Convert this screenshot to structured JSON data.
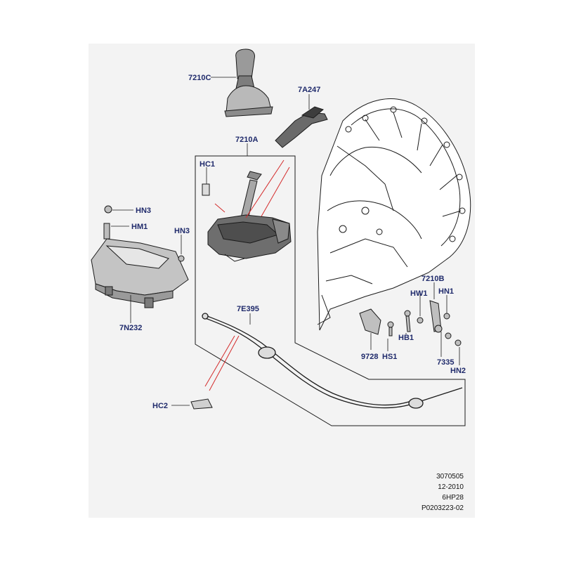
{
  "labels": {
    "knob": "7210C",
    "bracket_7a247": "7A247",
    "shifter": "7210A",
    "hc1": "HC1",
    "hn3_top": "HN3",
    "hm1": "HM1",
    "hn3_side": "HN3",
    "mount": "7N232",
    "cable": "7E395",
    "hc2": "HC2",
    "lever": "7210B",
    "hw1": "HW1",
    "hn1": "HN1",
    "bracket_9728": "9728",
    "hb1": "HB1",
    "hs1": "HS1",
    "bush": "7335",
    "hn2": "HN2"
  },
  "footer": {
    "ref": "3070505",
    "date": "12-2010",
    "model": "6HP28",
    "code": "P0203223-02"
  },
  "colors": {
    "page": "#f3f3f3",
    "label": "#1f2a6b",
    "leader": "#d42b2b",
    "line": "#1b1b1b"
  }
}
